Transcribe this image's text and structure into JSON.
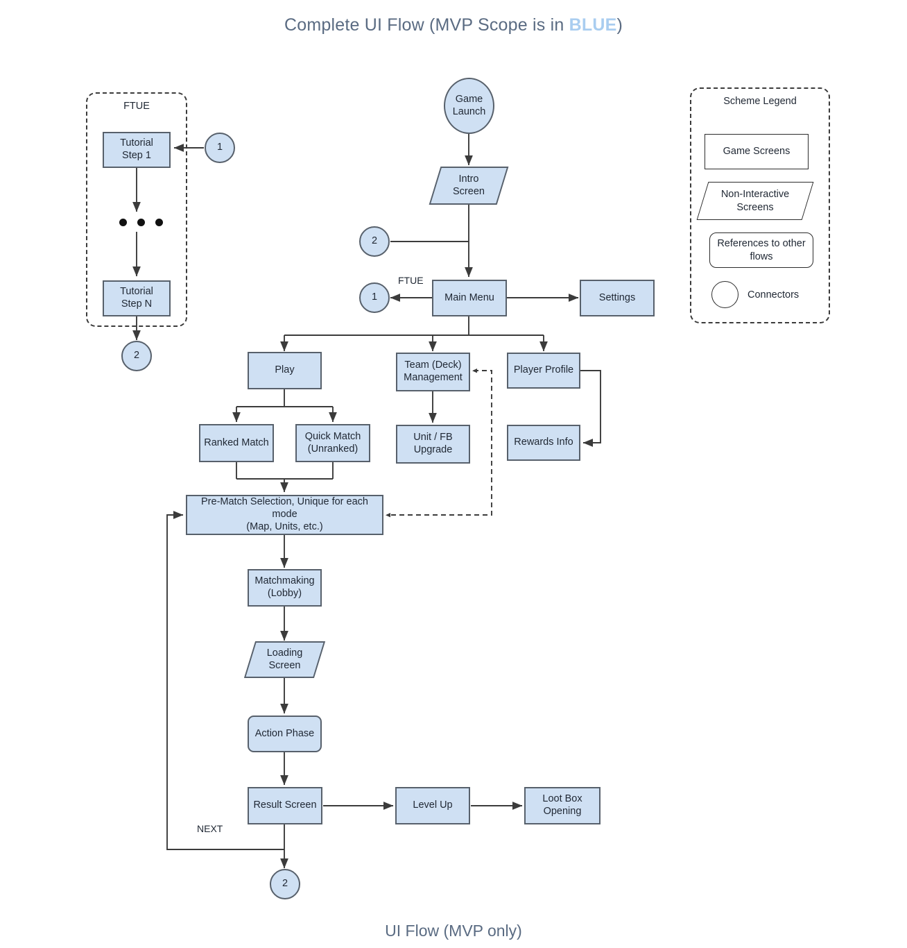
{
  "header": {
    "title_prefix": "Complete UI Flow (MVP Scope is in ",
    "title_highlight": "BLUE",
    "title_suffix": ")",
    "highlight_color": "#a9cdf0"
  },
  "footer": {
    "caption": "UI Flow (MVP only)"
  },
  "theme": {
    "node_fill": "#cfe0f3",
    "node_border": "#57606b",
    "legend_fill": "#ffffff",
    "legend_border": "#2b2b2b",
    "line_color": "#3b3b3b",
    "title_color": "#5a6b82"
  },
  "ftue_group": {
    "title": "FTUE",
    "nodes": [
      {
        "id": "tutorial-step-1",
        "label": "Tutorial\nStep 1",
        "shape": "rect"
      },
      {
        "id": "tutorial-step-n",
        "label": "Tutorial\nStep N",
        "shape": "rect"
      }
    ],
    "ellipsis": "• • •",
    "exit_connector": "2",
    "entry_connector": "1"
  },
  "main_flow": {
    "nodes": [
      {
        "id": "game-launch",
        "label": "Game\nLaunch",
        "shape": "circle"
      },
      {
        "id": "intro-screen",
        "label": "Intro\nScreen",
        "shape": "parallelogram"
      },
      {
        "id": "main-menu",
        "label": "Main Menu",
        "shape": "rect"
      },
      {
        "id": "settings",
        "label": "Settings",
        "shape": "rect"
      },
      {
        "id": "play",
        "label": "Play",
        "shape": "rect"
      },
      {
        "id": "team-deck-management",
        "label": "Team (Deck)\nManagement",
        "shape": "rect"
      },
      {
        "id": "player-profile",
        "label": "Player Profile",
        "shape": "rect"
      },
      {
        "id": "ranked-match",
        "label": "Ranked Match",
        "shape": "rect"
      },
      {
        "id": "quick-match",
        "label": "Quick Match\n(Unranked)",
        "shape": "rect"
      },
      {
        "id": "unit-fb-upgrade",
        "label": "Unit / FB\nUpgrade",
        "shape": "rect"
      },
      {
        "id": "rewards-info",
        "label": "Rewards Info",
        "shape": "rect"
      },
      {
        "id": "pre-match-selection",
        "label": "Pre-Match Selection, Unique for each mode\n(Map, Units, etc.)",
        "shape": "rect"
      },
      {
        "id": "matchmaking-lobby",
        "label": "Matchmaking\n(Lobby)",
        "shape": "rect"
      },
      {
        "id": "loading-screen",
        "label": "Loading\nScreen",
        "shape": "parallelogram"
      },
      {
        "id": "action-phase",
        "label": "Action Phase",
        "shape": "rounded-rect"
      },
      {
        "id": "result-screen",
        "label": "Result Screen",
        "shape": "rect"
      },
      {
        "id": "level-up",
        "label": "Level Up",
        "shape": "rect"
      },
      {
        "id": "loot-box-opening",
        "label": "Loot Box\nOpening",
        "shape": "rect"
      }
    ],
    "connectors": [
      {
        "id": "connector-2-top",
        "label": "2"
      },
      {
        "id": "connector-1-main",
        "label": "1"
      },
      {
        "id": "connector-2-bottom",
        "label": "2"
      }
    ],
    "edge_labels": {
      "ftue": "FTUE",
      "next": "NEXT"
    }
  },
  "legend": {
    "title": "Scheme Legend",
    "items": [
      {
        "id": "game-screens",
        "label": "Game Screens",
        "shape": "rect"
      },
      {
        "id": "non-interactive-screens",
        "label": "Non-Interactive\nScreens",
        "shape": "parallelogram"
      },
      {
        "id": "references-other-flows",
        "label": "References to other\nflows",
        "shape": "rounded-rect"
      },
      {
        "id": "connectors",
        "label": "Connectors",
        "shape": "circle"
      }
    ]
  }
}
